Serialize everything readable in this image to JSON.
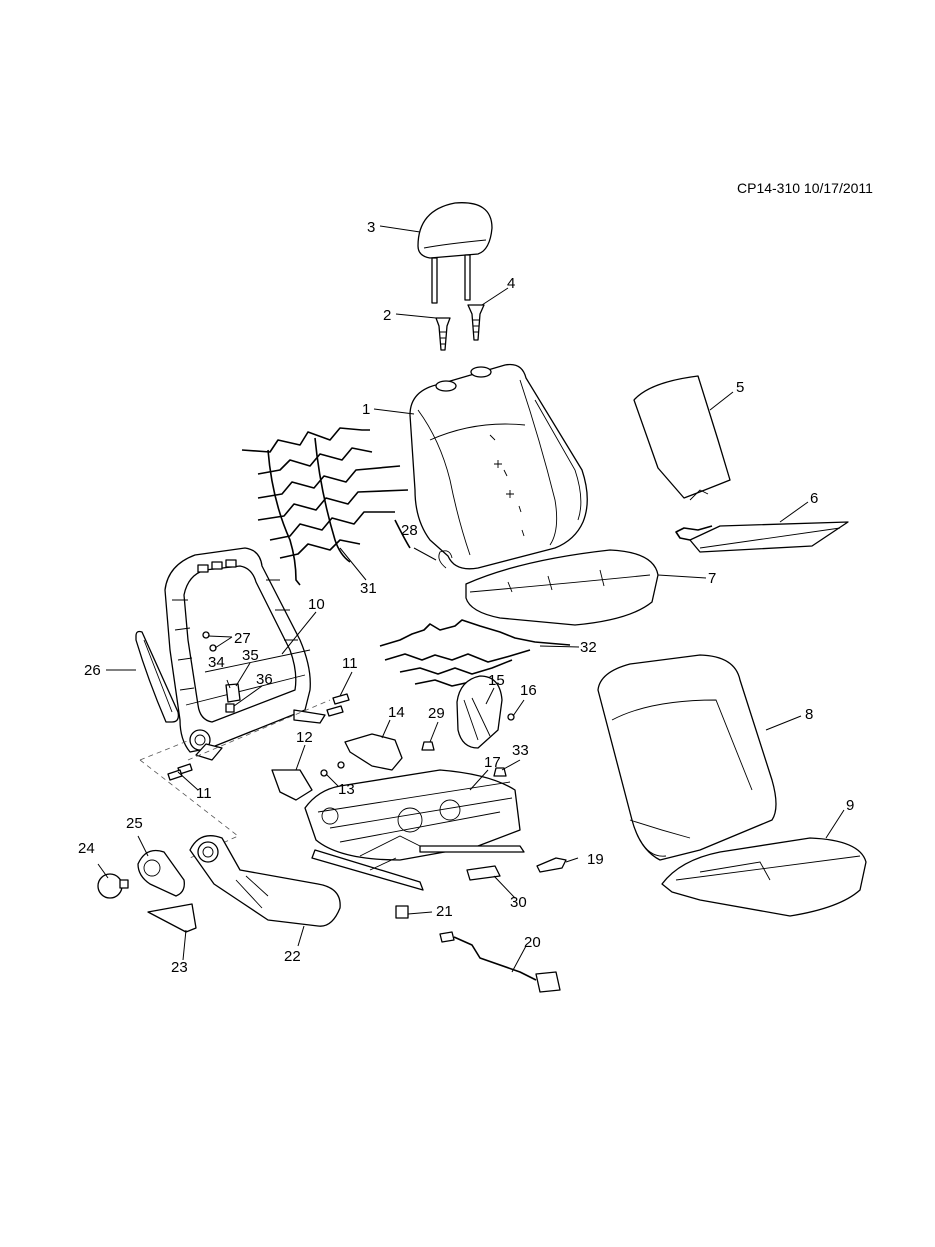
{
  "header": {
    "ref": "CP14-310 10/17/2011"
  },
  "callouts": [
    "1",
    "2",
    "3",
    "4",
    "5",
    "6",
    "7",
    "8",
    "9",
    "10",
    "11",
    "11",
    "12",
    "13",
    "14",
    "15",
    "16",
    "17",
    "19",
    "20",
    "21",
    "22",
    "23",
    "24",
    "25",
    "26",
    "27",
    "28",
    "29",
    "30",
    "31",
    "32",
    "33",
    "34",
    "35",
    "36"
  ]
}
